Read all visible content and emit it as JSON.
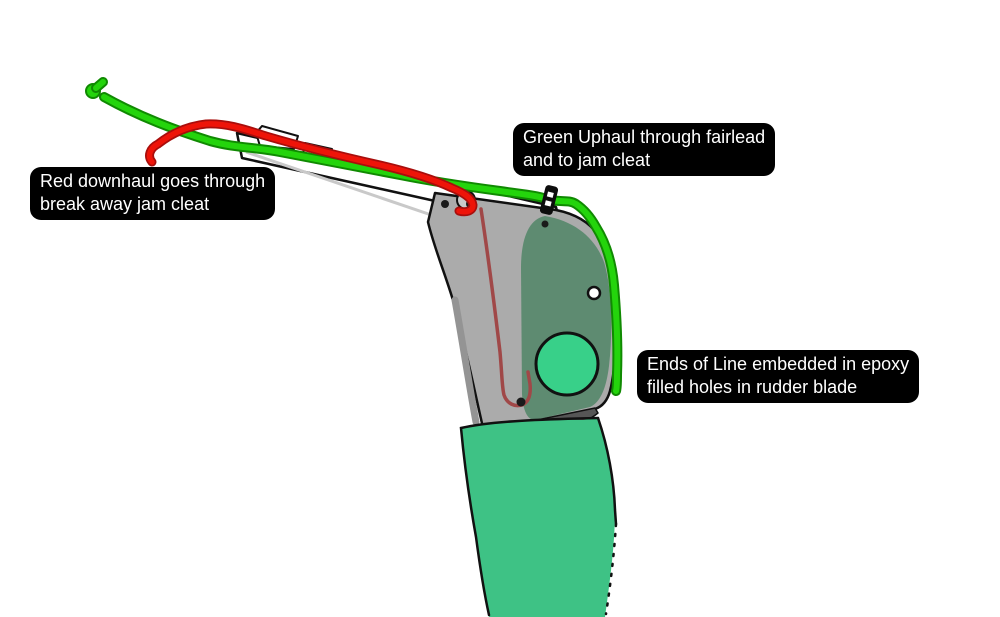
{
  "annotations": {
    "downhaul": {
      "line1": "Red downhaul goes through",
      "line2": "break away jam cleat"
    },
    "uphaul": {
      "line1": "Green Uphaul through fairlead",
      "line2": "and to jam cleat"
    },
    "line_ends": {
      "line1": "Ends of Line embedded in epoxy",
      "line2": "filled holes in rudder blade"
    }
  },
  "colors": {
    "background": "#ffffff",
    "label-bg": "#000000",
    "label-text": "#ffffff",
    "blade-green": "#3ec285",
    "sage-green": "#5e8b71",
    "hole-green": "#38d089",
    "uphaul-green": "#24d40c",
    "uphaul-dark": "#108a02",
    "downhaul-red": "#ee1409",
    "downhaul-dark": "#a80e0c",
    "thin-red": "#a04848",
    "head-gray": "#ababab",
    "head-dark": "#565656",
    "outline": "#111111",
    "tiller-white": "#ffffff"
  }
}
